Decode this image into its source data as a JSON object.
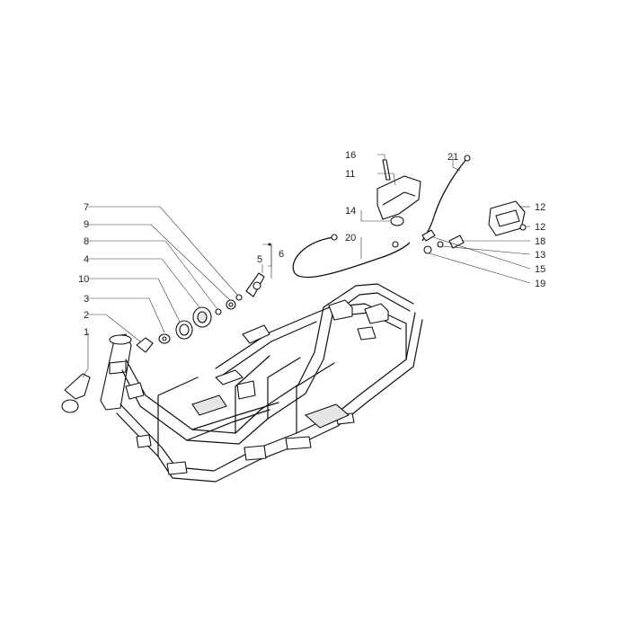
{
  "diagram": {
    "callouts": [
      {
        "id": "1",
        "text": "1"
      },
      {
        "id": "2",
        "text": "2"
      },
      {
        "id": "3",
        "text": "3"
      },
      {
        "id": "4",
        "text": "4"
      },
      {
        "id": "5",
        "text": "5"
      },
      {
        "id": "6",
        "text": "6"
      },
      {
        "id": "7",
        "text": "7"
      },
      {
        "id": "8",
        "text": "8"
      },
      {
        "id": "9",
        "text": "9"
      },
      {
        "id": "10",
        "text": "10"
      },
      {
        "id": "11",
        "text": "11"
      },
      {
        "id": "12a",
        "text": "12"
      },
      {
        "id": "12b",
        "text": "12"
      },
      {
        "id": "13",
        "text": "13"
      },
      {
        "id": "14",
        "text": "14"
      },
      {
        "id": "15",
        "text": "15"
      },
      {
        "id": "16",
        "text": "16"
      },
      {
        "id": "18",
        "text": "18"
      },
      {
        "id": "19",
        "text": "19"
      },
      {
        "id": "20",
        "text": "20"
      },
      {
        "id": "21",
        "text": "21"
      }
    ]
  }
}
